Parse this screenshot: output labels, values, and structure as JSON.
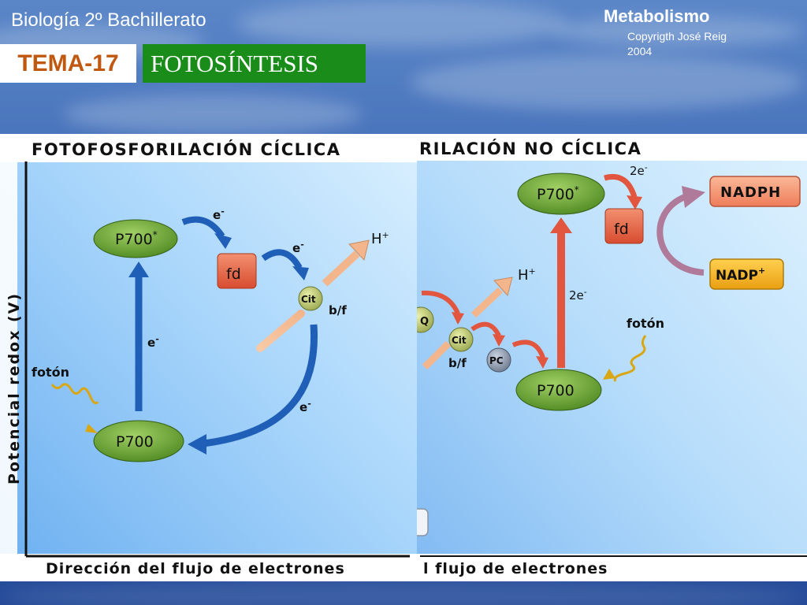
{
  "header": {
    "course": "Biología 2º Bachillerato",
    "topic": "TEMA-17",
    "title": "FOTOSÍNTESIS",
    "subject": "Metabolismo",
    "copyright_line1": "Copyrigth José Reig",
    "copyright_line2": "2004"
  },
  "left_diagram": {
    "title": "FOTOFOSFORILACIÓN  CÍCLICA",
    "y_axis": "Potencial  redox  (V)",
    "x_axis": "Dirección del flujo de electrones",
    "p700_star": "P700",
    "star": "*",
    "p700": "P700",
    "fd": "fd",
    "cit": "Cit",
    "bf": "b/f",
    "h": "H",
    "h_sup": "+",
    "e_top": "e",
    "e_mid": "e",
    "e_up": "e",
    "e_return": "e",
    "e_sup": "-",
    "photon": "fotón"
  },
  "right_diagram": {
    "title": "RILACIÓN  NO  CÍCLICA",
    "x_axis": "l flujo de electrones",
    "p700_star": "P700",
    "star": "*",
    "p700": "P700",
    "fd": "fd",
    "nadph": "NADPH",
    "nadp": "NADP",
    "nadp_sup": "+",
    "two_e_top": "2e",
    "two_e_mid": "2e",
    "e_sup": "-",
    "cit": "Cit",
    "bf": "b/f",
    "pc": "PC",
    "q": "Q",
    "h": "H",
    "h_sup": "+",
    "photon": "fotón"
  },
  "colors": {
    "title_green": "#1a8c1a",
    "topic_orange": "#c0580f",
    "node_green": "#6fa43a",
    "fd_red": "#e8684a",
    "nadph_orange": "#f59a76",
    "nadp_yellow": "#f2b31d",
    "arrow_blue": "#1f5fb8",
    "arrow_red": "#e2553f"
  }
}
